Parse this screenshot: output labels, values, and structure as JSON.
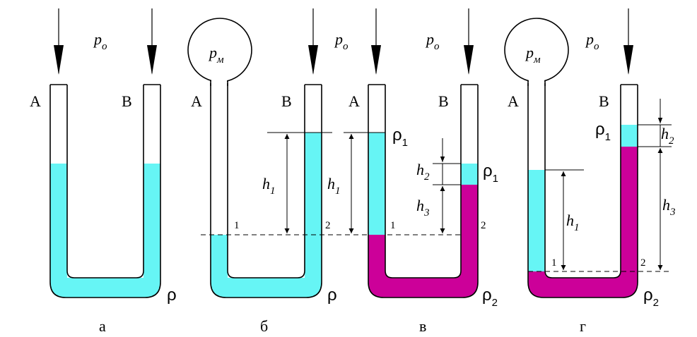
{
  "colors": {
    "liquid_light": "#66f5f5",
    "liquid_heavy": "#cc0099",
    "stroke": "#000000"
  },
  "symbols": {
    "p": "p",
    "sub_o": "о",
    "sub_m": "м",
    "h": "h",
    "rho": "ρ",
    "idx1": "1",
    "idx2": "2",
    "idx3": "3",
    "tube_a": "A",
    "tube_b": "B",
    "point1": "1",
    "point2": "2"
  },
  "captions": {
    "a": "а",
    "b": "б",
    "v": "в",
    "g": "г"
  }
}
